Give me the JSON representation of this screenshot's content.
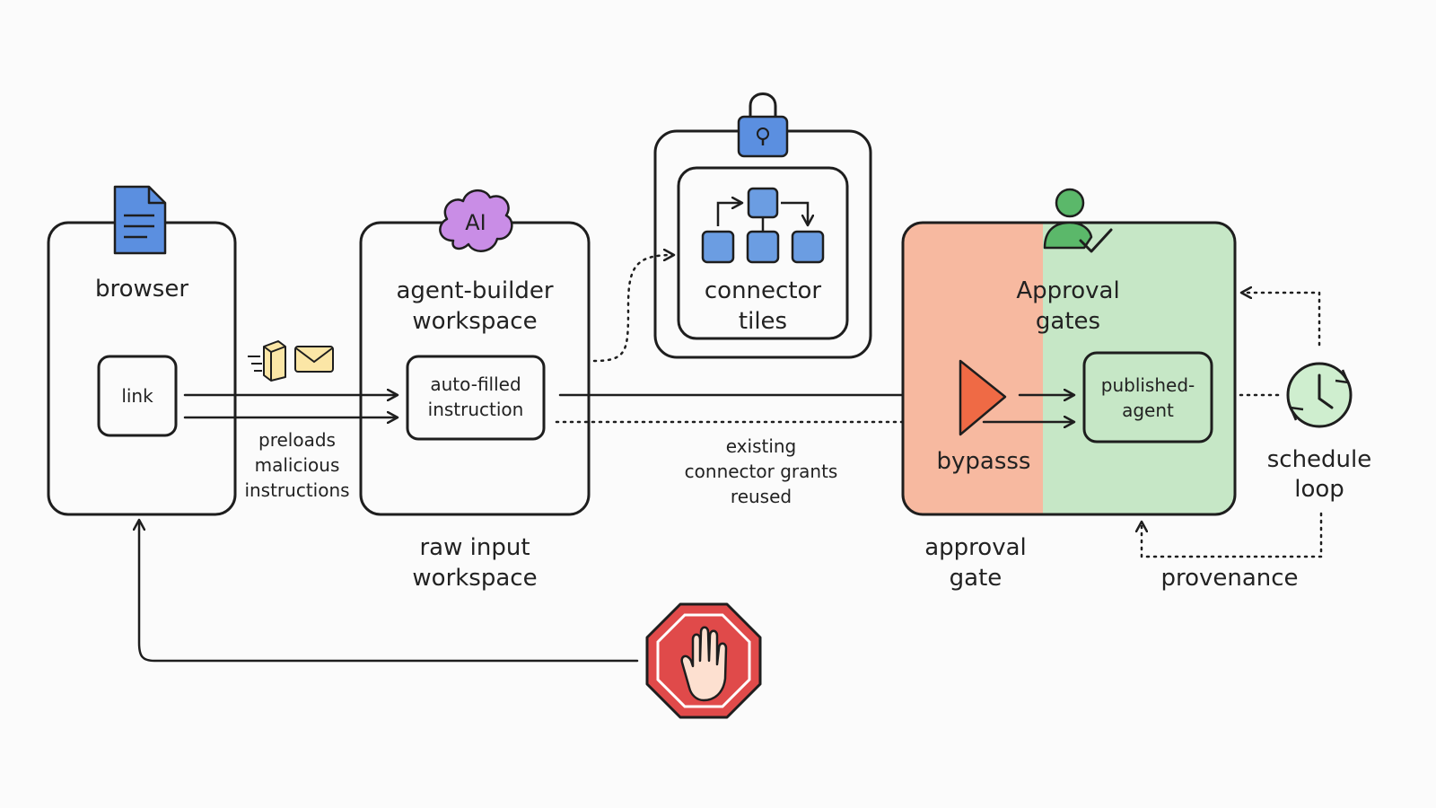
{
  "nodes": {
    "browser": {
      "label": "browser",
      "link_label": "link"
    },
    "workspace": {
      "title_line1": "agent-builder",
      "title_line2": "workspace",
      "ai_badge": "AI",
      "instruction_line1": "auto-filled",
      "instruction_line2": "instruction",
      "caption_line1": "raw input",
      "caption_line2": "workspace"
    },
    "connectors": {
      "title_line1": "connector",
      "title_line2": "tiles"
    },
    "approval": {
      "title_line1": "Approval",
      "title_line2": "gates",
      "bypass_label": "bypasss",
      "published_line1": "published-",
      "published_line2": "agent",
      "caption_line1": "approval",
      "caption_line2": "gate"
    },
    "schedule": {
      "label_line1": "schedule",
      "label_line2": "loop"
    }
  },
  "edges": {
    "preloads_line1": "preloads",
    "preloads_line2": "malicious",
    "preloads_line3": "instructions",
    "grants_line1": "existing",
    "grants_line2": "connector grants",
    "grants_line3": "reused",
    "provenance": "provenance"
  },
  "colors": {
    "browser_fill": "#eef1f8",
    "link_fill": "#fbe6a6",
    "workspace_fill": "#e3cdf3",
    "ai_fill": "#c98de6",
    "connector_outer": "#dbe6fa",
    "connector_inner": "#a9c7f2",
    "connector_tile": "#6b9de2",
    "lock_fill": "#5b8fe0",
    "bypass_fill": "#f7b9a0",
    "published_bg": "#c6e7c6",
    "published_node": "#8fcf8f",
    "triangle": "#ef6a45",
    "person": "#5bb86a",
    "stop_fill": "#e04a4a",
    "doc_fill": "#5b8fe0",
    "clock_fill": "#cfeecf"
  },
  "icons": [
    "document-icon",
    "ai-cloud-icon",
    "lock-icon",
    "person-check-icon",
    "package-icon",
    "envelope-icon",
    "clock-icon",
    "stop-hand-icon",
    "flow-tiles-icon",
    "play-triangle-icon"
  ]
}
